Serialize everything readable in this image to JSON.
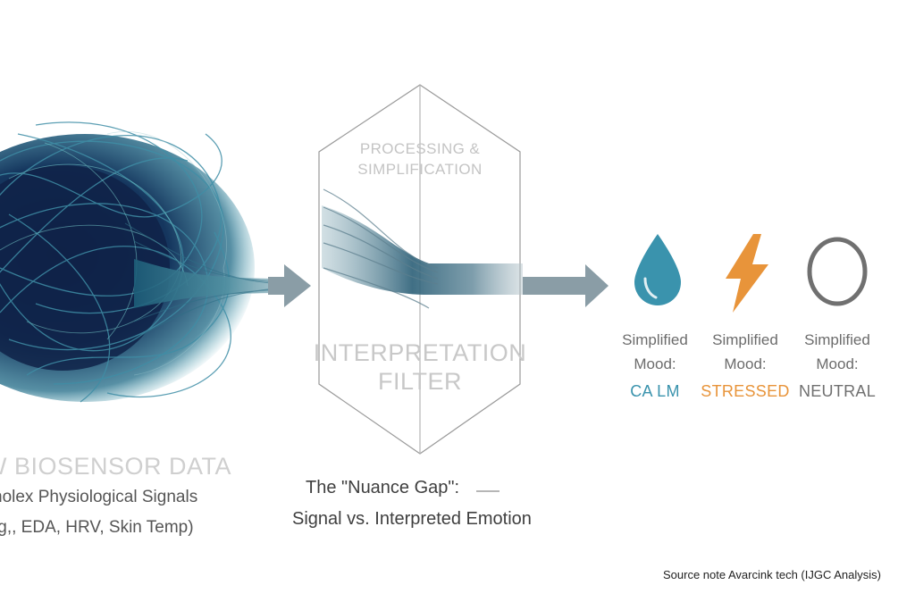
{
  "source": {
    "title": "W BIOSENSOR DATA",
    "subtitle_line1": "nolex Physiological Signals",
    "subtitle_line2": ".g,, EDA, HRV, Skin Temp)"
  },
  "filter": {
    "heading_line1": "PROCESSING &",
    "heading_line2": "SIMPLIFICATION",
    "title_line1": "INTERPRETATION",
    "title_line2": "FILTER"
  },
  "nuance": {
    "line1": "The \"Nuance Gap\":",
    "line2": "Signal vs. Interpreted Emotion"
  },
  "moods": [
    {
      "label_line1": "Simplified",
      "label_line2": "Mood:",
      "value": "CA LM",
      "icon": "water-drop-icon",
      "color": "#3a93ad"
    },
    {
      "label_line1": "Simplified",
      "label_line2": "Mood:",
      "value": "STRESSED",
      "icon": "lightning-bolt-icon",
      "color": "#e8943a"
    },
    {
      "label_line1": "Simplified",
      "label_line2": "Mood:",
      "value": "NEUTRAL",
      "icon": "circle-icon",
      "color": "#707070"
    }
  ],
  "source_note": "Source note  Avarcink tech (IJGC Analysis)"
}
